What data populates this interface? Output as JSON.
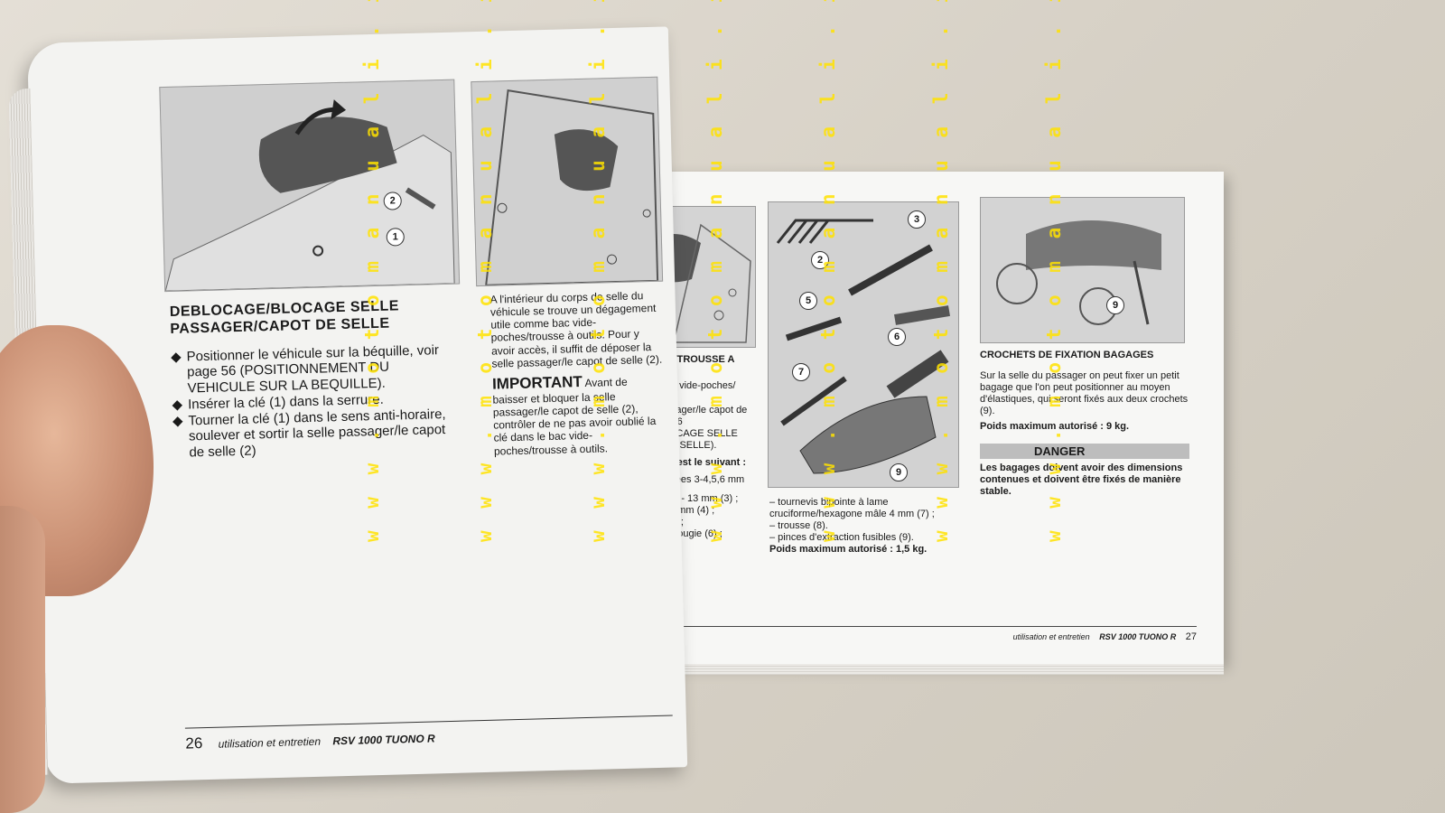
{
  "left_page": {
    "heading": "DEBLOCAGE/BLOCAGE SELLE PASSAGER/CAPOT DE SELLE",
    "steps": [
      "Positionner le véhicule sur la béquille, voir page 56 (POSITIONNEMENT DU VEHICULE SUR LA BEQUILLE).",
      "Insérer la clé (1) dans la serrure.",
      "Tourner la clé (1) dans le sens anti-horaire, soulever et sortir la selle passager/le capot de selle (2)"
    ],
    "col2_intro": "A l'intérieur du corps de selle du véhicule se trouve un dégagement utile comme bac vide-poches/trousse à outils. Pour y avoir accès, il suffit de déposer la selle passager/le capot de selle (2).",
    "important_title": "IMPORTANT",
    "important_text": "Avant de baisser et bloquer la selle passager/le capot de selle (2), contrôler de ne pas avoir oublié la clé dans le bac vide-poches/trousse à outils.",
    "figure1_labels": [
      "2",
      "1"
    ],
    "footer_page": "26",
    "footer_text": "utilisation et entretien",
    "footer_model": "RSV 1000 TUONO R"
  },
  "right_page": {
    "col1_heading": "…CHES/TROUSSE A",
    "col1_lines": [
      "…au bac vide-poches/",
      "…e passager/le capot de",
      "…page 26",
      "…E/BLOCAGE SELLE",
      "…OT DE SELLE).",
      "…rni (1) est le suivant :",
      "…ans pliées 3-4,5,6 mm",
      "…uble 11 - 13 mm (3) ;",
      "… 8 - 10 mm (4) ;",
      "…mm (5) ;",
      "… pour bougie (6) ;"
    ],
    "col2_lines": [
      "– tournevis bipointe à lame cruciforme/hexagone mâle 4 mm (7) ;",
      "– trousse (8).",
      "– pinces d'extraction fusibles (9)."
    ],
    "col2_weight": "Poids maximum autorisé : 1,5 kg.",
    "tool_labels": [
      "2",
      "3",
      "5",
      "6",
      "7",
      "9"
    ],
    "col3_heading": "CROCHETS DE FIXATION BAGAGES",
    "col3_text": "Sur la selle du passager on peut fixer un petit bagage que l'on peut positionner au moyen d'élastiques, qui seront fixés aux deux crochets (9).",
    "col3_weight": "Poids maximum autorisé : 9 kg.",
    "danger_title": "DANGER",
    "danger_text": "Les bagages doivent avoir des dimensions contenues et doivent être fixés de manière stable.",
    "figure3_label": "9",
    "footer_text": "utilisation et entretien",
    "footer_model": "RSV 1000 TUONO R",
    "footer_page": "27"
  },
  "watermark": "w w w . m o t o m a n u a l i . i t",
  "colors": {
    "watermark": "#ffe200",
    "page": "#f5f5f3",
    "figure": "#cfcfcf"
  }
}
